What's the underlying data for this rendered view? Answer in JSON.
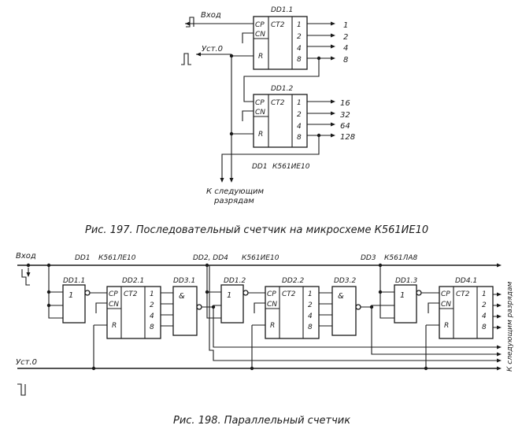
{
  "fig197": {
    "caption": "Рис. 197. Последовательный счетчик на микросхеме К561ИЕ10",
    "input_label": "Вход",
    "reset_label": "Уст.0",
    "chip1_name": "DD1.1",
    "chip2_name": "DD1.2",
    "pin_cp": "CP",
    "pin_cn": "CN",
    "pin_r": "R",
    "func_ct2": "CT2",
    "weights_in": [
      "1",
      "2",
      "4",
      "8"
    ],
    "outputs_chip1": [
      "1",
      "2",
      "4",
      "8"
    ],
    "outputs_chip2": [
      "16",
      "32",
      "64",
      "128"
    ],
    "legend_ref": "DD1",
    "legend_type": "К561ИЕ10",
    "next_label_1": "К следующим",
    "next_label_2": "разрядам"
  },
  "fig198": {
    "caption": "Рис. 198. Параллельный счетчик",
    "input_label": "Вход",
    "reset_label": "Уст.0",
    "side_label": "К следующим разрядам",
    "group1_ref": "DD1",
    "group1_type": "К561ЛЕ10",
    "group2_ref": "DD2, DD4",
    "group2_type": "К561ИЕ10",
    "group3_ref": "DD3",
    "group3_type": "К561ЛА8",
    "inverters": [
      "DD1.1",
      "DD1.2",
      "DD1.3"
    ],
    "inverter_func": "1",
    "counters": [
      "DD2.1",
      "DD2.2",
      "DD4.1"
    ],
    "nand_gates": [
      "DD3.1",
      "DD3.2"
    ],
    "nand_func": "&",
    "pin_cp": "CP",
    "pin_cn": "CN",
    "pin_r": "R",
    "func_ct2": "CT2",
    "weights": [
      "1",
      "2",
      "4",
      "8"
    ]
  }
}
